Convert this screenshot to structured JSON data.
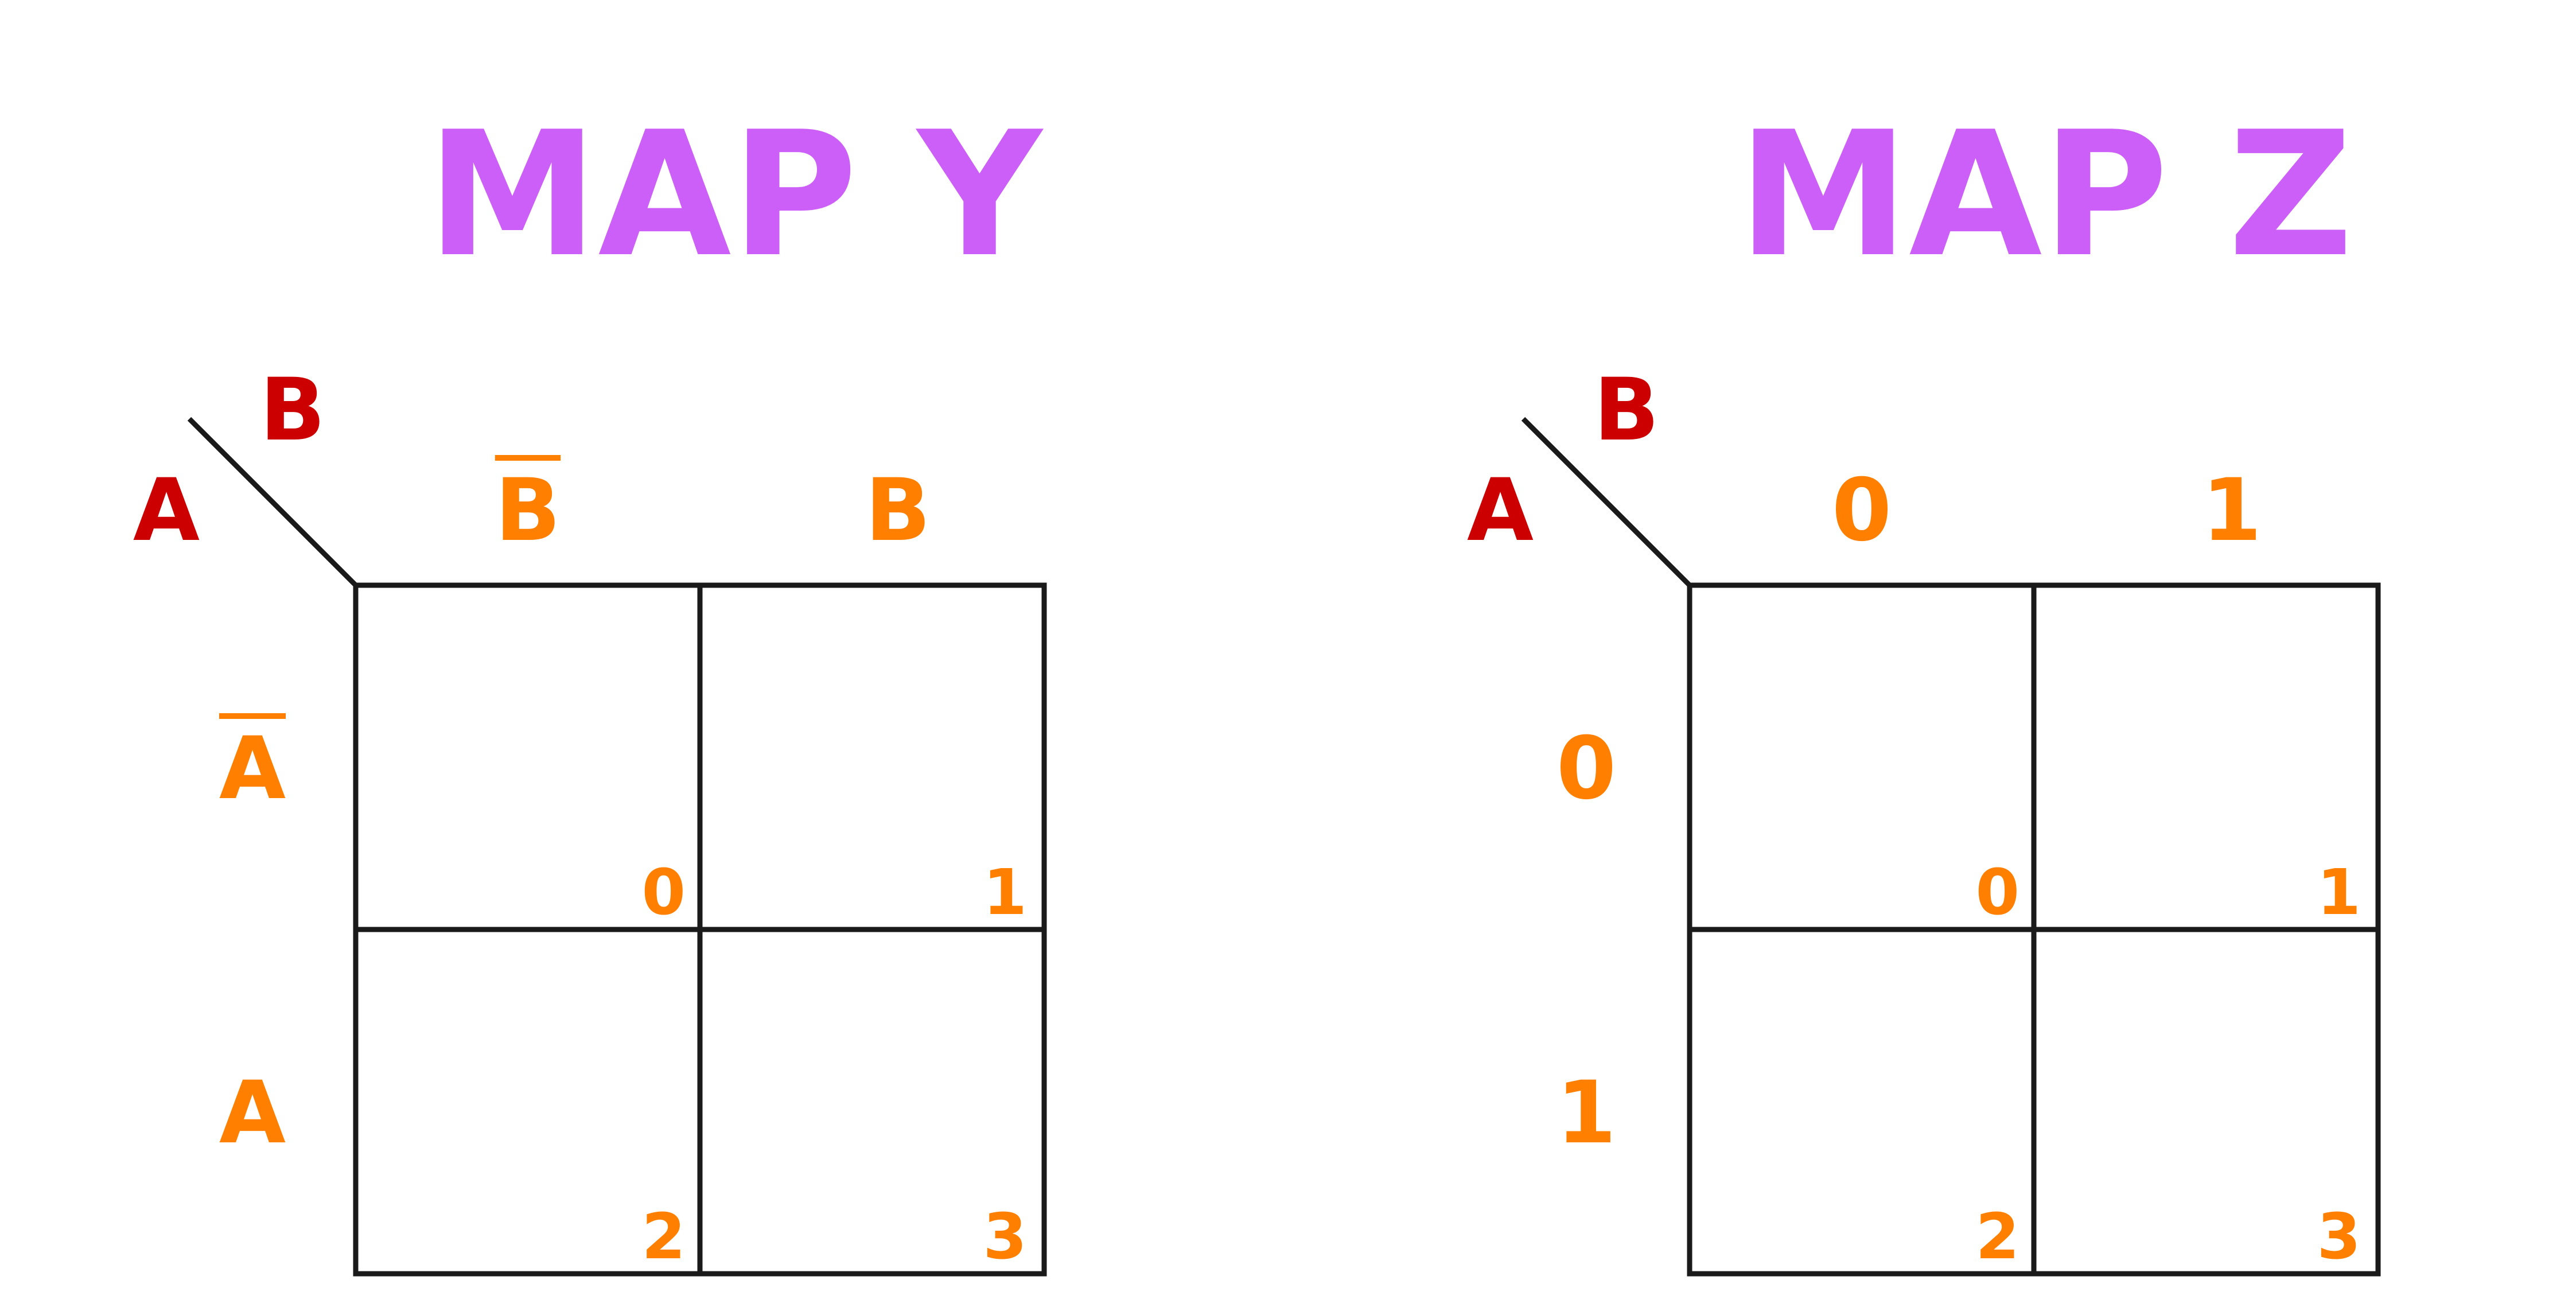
{
  "colors": {
    "title": "#cc5ff7",
    "variable": "#cc0000",
    "header": "#ff8000",
    "index": "#ff8000",
    "grid": "#1a1a1a"
  },
  "maps": [
    {
      "title": "MAP Y",
      "row_var": "A",
      "col_var": "B",
      "col_headers": [
        {
          "text": "B",
          "overline": true
        },
        {
          "text": "B",
          "overline": false
        }
      ],
      "row_headers": [
        {
          "text": "A",
          "overline": true
        },
        {
          "text": "A",
          "overline": false
        }
      ],
      "cell_indices": [
        "0",
        "1",
        "2",
        "3"
      ]
    },
    {
      "title": "MAP Z",
      "row_var": "A",
      "col_var": "B",
      "col_headers": [
        {
          "text": "0",
          "overline": false
        },
        {
          "text": "1",
          "overline": false
        }
      ],
      "row_headers": [
        {
          "text": "0",
          "overline": false
        },
        {
          "text": "1",
          "overline": false
        }
      ],
      "cell_indices": [
        "0",
        "1",
        "2",
        "3"
      ]
    }
  ]
}
